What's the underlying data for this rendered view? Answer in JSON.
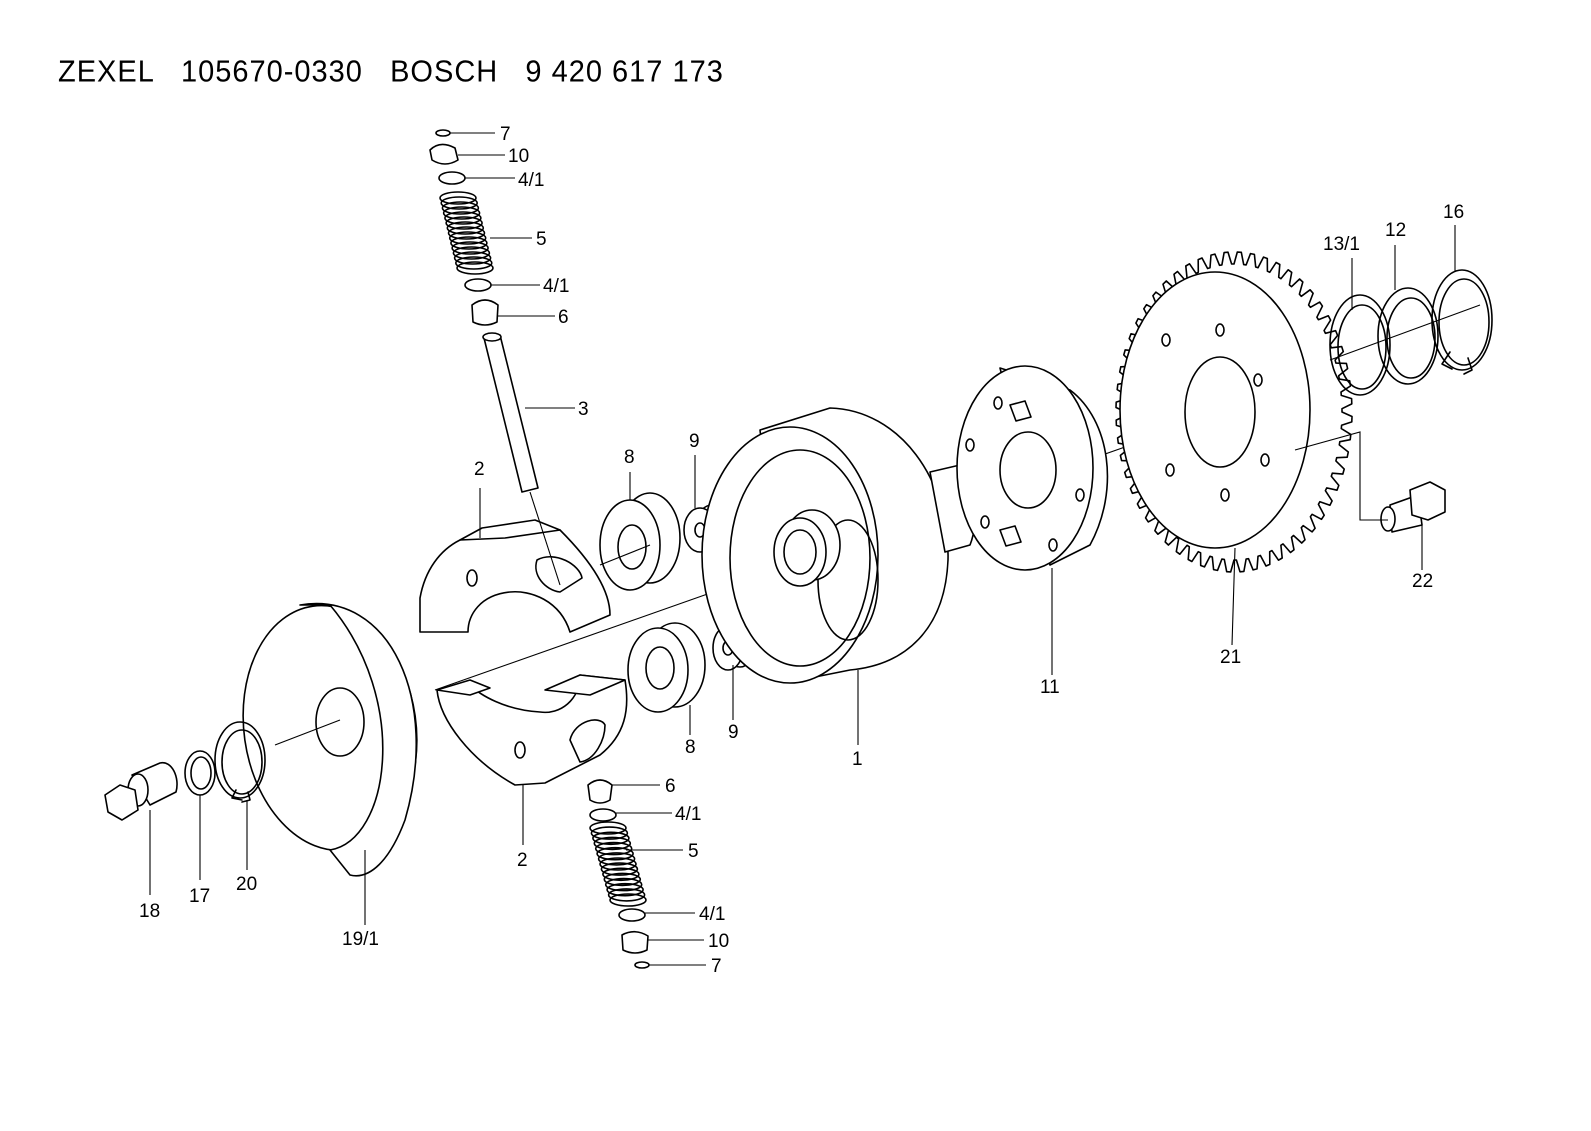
{
  "title": "ZEXEL   105670-0330   BOSCH   9 420 617 173",
  "labels": {
    "p7_top": "7",
    "p10_top": "10",
    "p4_1_top_a": "4/1",
    "p5_top": "5",
    "p4_1_top_b": "4/1",
    "p6_top": "6",
    "p3": "3",
    "p2_top": "2",
    "p8_top": "8",
    "p9_top": "9",
    "p13_1": "13/1",
    "p12": "12",
    "p16": "16",
    "p22": "22",
    "p21": "21",
    "p11": "11",
    "p1": "1",
    "p9_bot": "9",
    "p8_bot": "8",
    "p2_bot": "2",
    "p6_bot": "6",
    "p4_1_bot_a": "4/1",
    "p5_bot": "5",
    "p4_1_bot_b": "4/1",
    "p10_bot": "10",
    "p7_bot": "7",
    "p18": "18",
    "p17": "17",
    "p20": "20",
    "p19_1": "19/1"
  }
}
